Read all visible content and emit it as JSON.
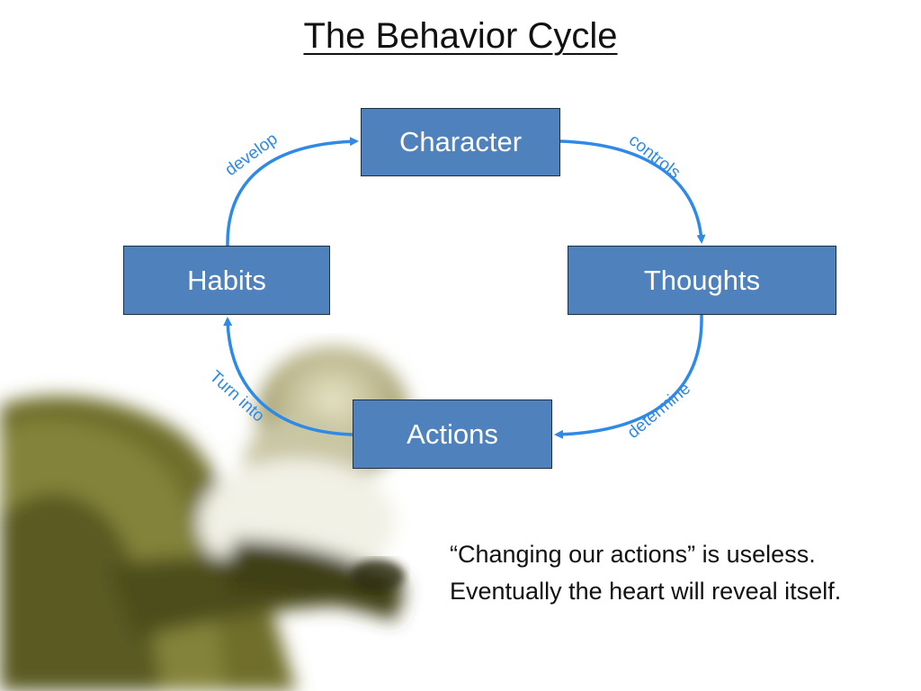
{
  "title": "The Behavior Cycle",
  "nodes": {
    "character": "Character",
    "thoughts": "Thoughts",
    "actions": "Actions",
    "habits": "Habits"
  },
  "edges": {
    "character_to_thoughts": "controls",
    "thoughts_to_actions": "determine",
    "actions_to_habits": "Turn into",
    "habits_to_character": "develop"
  },
  "quote": {
    "line1": "“Changing our actions” is useless.",
    "line2": "Eventually the heart will reveal itself."
  },
  "colors": {
    "box_fill": "#4f81bd",
    "arrow": "#2e8ae6"
  },
  "image": {
    "icon": "bowed-head-man-photo"
  }
}
